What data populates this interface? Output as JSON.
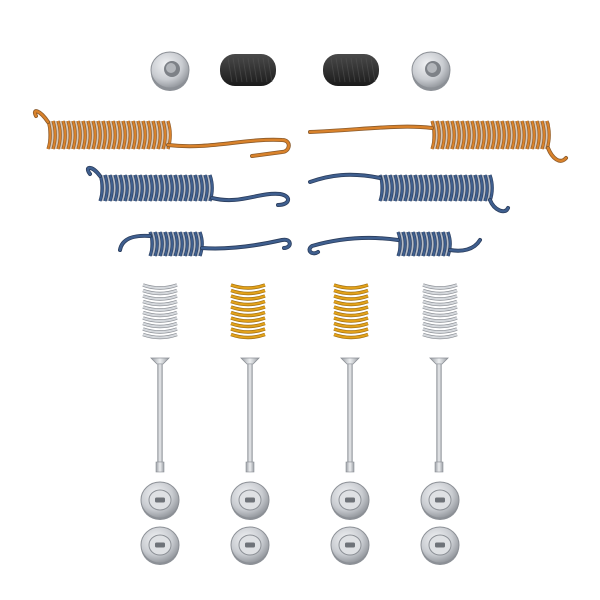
{
  "scene": {
    "description_visible_text": "",
    "colors": {
      "background": "#ffffff",
      "orange_spring": "#d9822b",
      "orange_spring_dark": "#8a5a2b",
      "blue_spring": "#3f5f8f",
      "blue_spring_dark": "#2b3d5c",
      "gold_spring": "#e3a21a",
      "gold_spring_dark": "#a06f12",
      "zinc": "#c9ccd1",
      "zinc_dark": "#8c9096",
      "rubber": "#2a2a2a"
    },
    "parts": [
      {
        "kind": "bushing",
        "count": 2
      },
      {
        "kind": "rubber-plug",
        "count": 2
      },
      {
        "kind": "return-spring-orange",
        "count": 2
      },
      {
        "kind": "return-spring-blue-large",
        "count": 2
      },
      {
        "kind": "return-spring-blue-small",
        "count": 2
      },
      {
        "kind": "hold-down-spring-zinc",
        "count": 2
      },
      {
        "kind": "hold-down-spring-gold",
        "count": 2
      },
      {
        "kind": "hold-down-pin",
        "count": 4
      },
      {
        "kind": "hold-down-cup-washer",
        "count": 8
      }
    ]
  }
}
